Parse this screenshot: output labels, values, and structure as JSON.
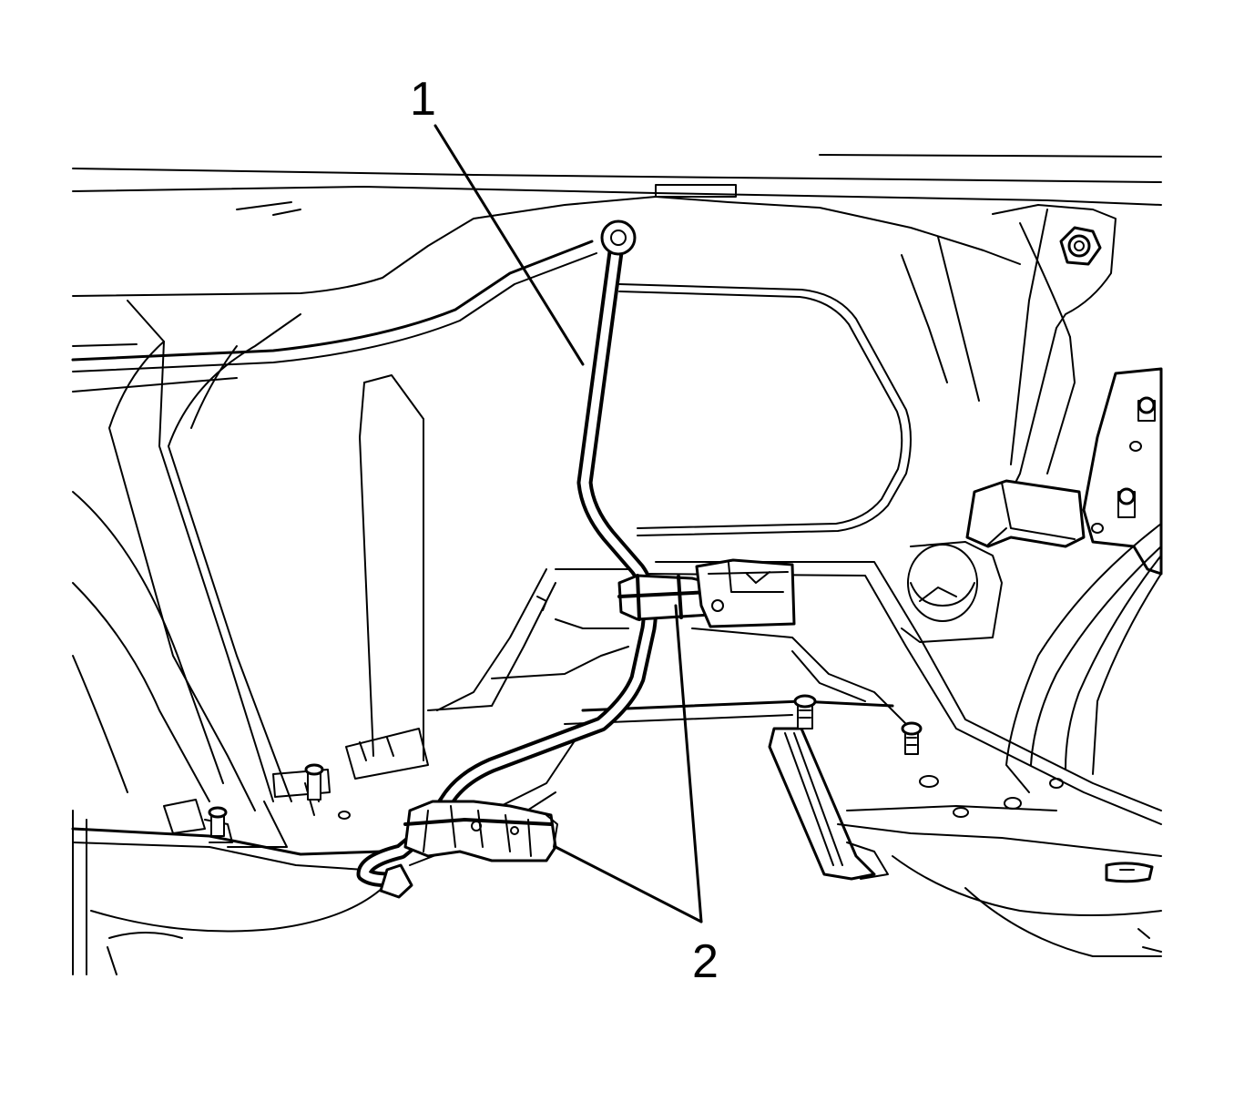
{
  "diagram": {
    "callouts": [
      {
        "id": "callout-1",
        "text": "1"
      },
      {
        "id": "callout-2",
        "text": "2"
      }
    ]
  }
}
